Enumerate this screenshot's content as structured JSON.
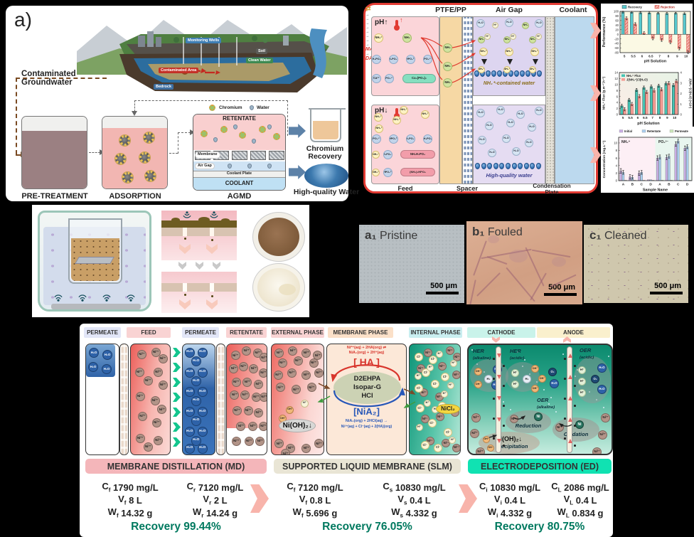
{
  "figure": {
    "panel_label": "a)"
  },
  "panel_a": {
    "scene": {
      "monitoring_wells": "Monitoring Wells",
      "soil": "Soil",
      "clean_water": "Clean Water",
      "contaminated_area": "Contaminated Area",
      "bedrock": "Bedrock"
    },
    "source_label": "Contaminated Groundwater",
    "legend": {
      "chromium": "Chromium",
      "water": "Water"
    },
    "agmd": {
      "retentate": "RETENTATE",
      "membrane": "Membrane",
      "air_gap": "Air Gap",
      "coolant_plate": "Coolant Plate",
      "coolant": "COOLANT"
    },
    "stages": [
      "PRE-TREATMENT",
      "ADSORPTION",
      "AGMD"
    ],
    "outputs": {
      "chromium": "Chromium Recovery",
      "water": "High-quality Water"
    }
  },
  "panel_b": {
    "col_headers": [
      "PTFE/PP",
      "Air Gap",
      "Coolant"
    ],
    "col_footers": [
      "Feed",
      "Spacer",
      "Condensation Plate"
    ],
    "ph_up": {
      "label": "pH↑",
      "eq_left": "NH₄⁺",
      "eq_arrow": "⇄",
      "eq_right": "NH₃",
      "phosphate_chain": [
        "H₃PO₄",
        "H₂PO₄⁻",
        "HPO₄²⁻",
        "PO₄³⁻"
      ],
      "ca_reagents": [
        "Ca²⁺",
        "PO₄³⁻"
      ],
      "ca_product": "Ca₃(PO₄)₂",
      "membrane_ion": "NH₃",
      "gap_ions": [
        "H₂O",
        "H⁺",
        "NH₃"
      ],
      "gap_product": "NH₄⁺",
      "water_label": "NH₄⁺-contained water"
    },
    "ph_down": {
      "label": "pH↓",
      "feed_ion": "NH₄⁺",
      "phosphate_chain": [
        "PO₄³⁻",
        "HPO₄²⁻",
        "H₂PO₄⁻",
        "H₃PO₄"
      ],
      "map_reagents": [
        "NH₄⁺",
        "H₂PO₄⁻"
      ],
      "map_product": "NH₄H₂PO₄",
      "map_tag": "MAP",
      "dap_reagents": [
        "NH₄⁺",
        "HPO₄²⁻"
      ],
      "dap_product": "(NH₄)₂HPO₄",
      "dap_tag": "DAP",
      "gap_ion": "H₂O",
      "water_label": "High-quality water"
    }
  },
  "chart_data": [
    {
      "type": "bar",
      "categories": [
        "5",
        "5.5",
        "6",
        "6.5",
        "7",
        "8",
        "9",
        "10"
      ],
      "series": [
        {
          "name": "Recovery",
          "color": "#57c8cd",
          "values": [
            97,
            96,
            94,
            93,
            92,
            91,
            92,
            90
          ],
          "error": 2
        },
        {
          "name": "Rejection",
          "color": "#f6b3ad",
          "edge": "#cf3a2f",
          "values": [
            70,
            45,
            5,
            -18,
            -25,
            -35,
            -62,
            -78
          ],
          "error": 3
        }
      ],
      "xlabel": "pH Solution",
      "ylabel": "Performance (%)",
      "ylim": [
        -80,
        100
      ],
      "yticks": [
        -80,
        -60,
        -40,
        -20,
        0,
        20,
        40,
        60,
        80,
        100
      ],
      "legend_position": "top",
      "background": "#fbf9e4"
    },
    {
      "type": "bar",
      "categories": [
        "5",
        "5.5",
        "6",
        "6.5",
        "7",
        "8",
        "9",
        "10"
      ],
      "series": [
        {
          "name": "NH₄⁺ Flux",
          "color": "#45c4b4",
          "axis": "left",
          "values": [
            2.9,
            4.9,
            8.2,
            9.0,
            9.3,
            9.6,
            10.4,
            9.8
          ],
          "error": 0.5
        },
        {
          "name": "J(NH₄⁺)/J(H₂O)",
          "color": "#f49c94",
          "axis": "right",
          "values": [
            0.5,
            1.0,
            1.75,
            2.15,
            2.3,
            2.4,
            3.0,
            3.2
          ],
          "error": 0.15
        }
      ],
      "xlabel": "pH Solution",
      "ylabel": "NH₄⁺ Flux (g.m⁻².h⁻¹)",
      "ylabel_right": "J(NH₄⁺)/J(H₂O) (×10³)",
      "ylim": [
        0,
        14
      ],
      "ylim_right": [
        0,
        4
      ],
      "legend_position": "upper-left"
    },
    {
      "type": "bar",
      "categories": [
        "A",
        "B",
        "C",
        "D",
        "A",
        "B",
        "C",
        "D"
      ],
      "groups": [
        {
          "label": "NH₄⁺",
          "bg": "#fdeff5"
        },
        {
          "label": "PO₄³⁻",
          "bg": "#e9f6ef"
        }
      ],
      "series": [
        {
          "name": "Initial",
          "color": "#c9aee4",
          "values": [
            2.6,
            1.0,
            2.0,
            0.25,
            6.0,
            6.2,
            9.7,
            8.6
          ],
          "error": 0.6
        },
        {
          "name": "Retentate",
          "color": "#a9cdee",
          "values": [
            2.2,
            0.9,
            2.2,
            0.25,
            6.3,
            6.5,
            10.5,
            9.0
          ],
          "error": 0.5
        },
        {
          "name": "Permeate",
          "color": "#cbe6b8",
          "values": [
            0.1,
            0.1,
            0.1,
            0.1,
            0.1,
            0.1,
            0.1,
            0.1
          ],
          "error": 0
        }
      ],
      "xlabel": "Sample Name",
      "ylabel": "Concentration (mg.L⁻¹)",
      "ylim": [
        0,
        11.5
      ],
      "yticks": [
        0,
        2,
        4,
        6,
        8,
        10
      ],
      "legend_position": "top"
    }
  ],
  "panel_e": {
    "images": [
      {
        "tag": "a₁",
        "title": "Pristine",
        "scale_bar": "500 μm"
      },
      {
        "tag": "b₁",
        "title": "Fouled",
        "scale_bar": "500 μm"
      },
      {
        "tag": "c₁",
        "title": "Cleaned",
        "scale_bar": "500 μm"
      }
    ]
  },
  "panel_f": {
    "col_headers": [
      {
        "label": "PERMEATE",
        "bg": "#e2e6f7"
      },
      {
        "label": "FEED",
        "bg": "#f9d3d3"
      },
      {
        "label": "PERMEATE",
        "bg": "#e2e6f7"
      },
      {
        "label": "RETENTATE",
        "bg": "#f9d3d3"
      },
      {
        "label": "EXTERNAL PHASE",
        "bg": "#f9d3d3"
      },
      {
        "label": "MEMBRANE PHASE",
        "bg": "#fbe0c8"
      },
      {
        "label": "INTERNAL PHASE",
        "bg": "#c9eef0"
      },
      {
        "label": "CATHODE",
        "bg": "#c9f3ea"
      },
      {
        "label": "ANODE",
        "bg": "#faf0cd"
      }
    ],
    "ions": {
      "ni": "Ni²⁺",
      "h2o": "H₂O",
      "h": "H⁺",
      "cl": "Cl⁻",
      "oh": "OH⁻",
      "h2": "H₂",
      "o2": "O₂",
      "ni_metal": "Ni",
      "e": "e⁻"
    },
    "slm": {
      "top_eq_1": "Ni²⁺(aq) + 2HA(org) ⇌",
      "top_eq_2": "NiA₂(org) + 2H⁺(aq)",
      "ha": "[ HA ]",
      "carrier": [
        "D2EHPA",
        "Isopar-G",
        "HCl"
      ],
      "nia2": "[NiA₂]",
      "bottom_eq_1": "NiA₂(org) + 2HCl(aq) →",
      "bottom_eq_2": "Ni²⁺(aq) + Cl⁻(aq) + 2(HA)(org)",
      "nioh2": "Ni(OH)₂↓",
      "nicl2": "NiCl₂"
    },
    "ed": {
      "zones": [
        {
          "name": "HER",
          "cond": "(alkaline)"
        },
        {
          "name": "HER",
          "cond": "(acidic)"
        },
        {
          "name": "OER",
          "cond": "(alkaline)"
        },
        {
          "name": "OER",
          "cond": "(acidic)"
        }
      ],
      "reduction": "Reduction",
      "oxidation": "Oxidation",
      "precip_formula": "Ni(OH)₂↓",
      "precipitation": "Precipitation"
    },
    "sections": [
      {
        "title": "MEMBRANE DISTILLATION (MD)",
        "bg": "#f4b6ba",
        "columns": [
          {
            "rows": [
              {
                "sym": "C",
                "sub": "f",
                "val": "1790 mg/L"
              },
              {
                "sym": "V",
                "sub": "f",
                "val": "8 L"
              },
              {
                "sym": "W",
                "sub": "f",
                "val": "14.32 g"
              }
            ]
          },
          {
            "rows": [
              {
                "sym": "C",
                "sub": "r",
                "val": "7120 mg/L"
              },
              {
                "sym": "V",
                "sub": "r",
                "val": "2 L"
              },
              {
                "sym": "W",
                "sub": "r",
                "val": "14.24 g"
              }
            ]
          }
        ],
        "recovery": "Recovery 99.44%"
      },
      {
        "title": "SUPPORTED LIQUID MEMBRANE (SLM)",
        "bg": "#e9e5d5",
        "columns": [
          {
            "rows": [
              {
                "sym": "C",
                "sub": "f",
                "val": "7120 mg/L"
              },
              {
                "sym": "V",
                "sub": "f",
                "val": "0.8 L"
              },
              {
                "sym": "W",
                "sub": "f",
                "val": "5.696 g"
              }
            ]
          },
          {
            "rows": [
              {
                "sym": "C",
                "sub": "s",
                "val": "10830 mg/L"
              },
              {
                "sym": "V",
                "sub": "s",
                "val": "0.4 L"
              },
              {
                "sym": "W",
                "sub": "s",
                "val": "4.332 g"
              }
            ]
          }
        ],
        "recovery": "Recovery 76.05%"
      },
      {
        "title": "ELECTRODEPOSITION (ED)",
        "bg": "#10e2b2",
        "columns": [
          {
            "rows": [
              {
                "sym": "C",
                "sub": "i",
                "val": "10830 mg/L"
              },
              {
                "sym": "V",
                "sub": "i",
                "val": "0.4 L"
              },
              {
                "sym": "W",
                "sub": "i",
                "val": "4.332 g"
              }
            ]
          },
          {
            "rows": [
              {
                "sym": "C",
                "sub": "L",
                "val": "2086 mg/L"
              },
              {
                "sym": "V",
                "sub": "L",
                "val": "0.4 L"
              },
              {
                "sym": "W",
                "sub": "L",
                "val": "0.834 g"
              }
            ]
          }
        ],
        "recovery": "Recovery 80.75%"
      }
    ]
  }
}
